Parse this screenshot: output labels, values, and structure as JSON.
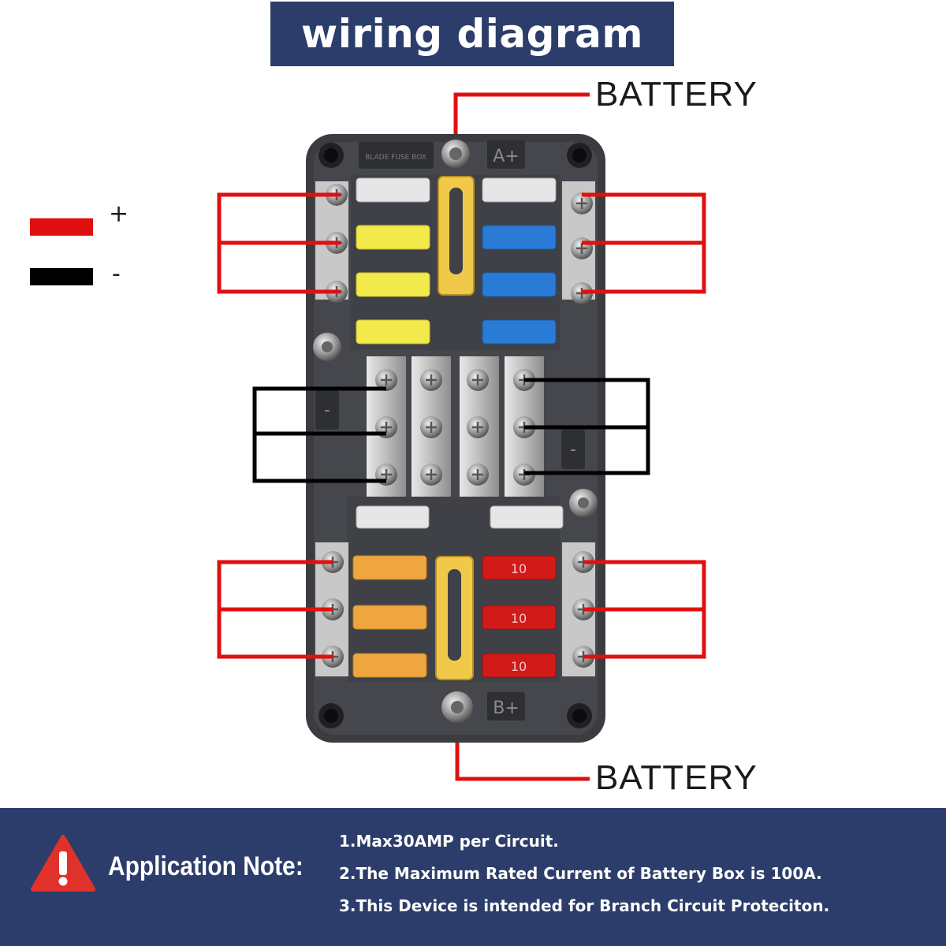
{
  "title": "wiring diagram",
  "battery_top_label": "BATTERY",
  "battery_bottom_label": "BATTERY",
  "legend": {
    "positive": {
      "sign": "+",
      "color": "#e01010"
    },
    "negative": {
      "sign": "-",
      "color": "#000000"
    }
  },
  "fuse_box": {
    "header_label": "BLADE FUSE BOX",
    "top_terminal_label": "A+",
    "bottom_terminal_label": "B+",
    "busbar_left_label": "-",
    "busbar_right_label": "-",
    "fuse_ratings_red": [
      "10",
      "10",
      "10"
    ],
    "colors": {
      "housing": "#3a3c40",
      "wire_positive": "#e01010",
      "wire_negative": "#000000",
      "fuse_clear": "#e6e6e6",
      "fuse_yellow": "#f2e94a",
      "fuse_blue": "#2a7bd6",
      "fuse_orange": "#f0a640",
      "fuse_red": "#d11a1a",
      "busbar": "#c7c7c7"
    }
  },
  "application_note": {
    "heading": "Application Note:",
    "notes": [
      "1.Max30AMP per Circuit.",
      "2.The Maximum Rated Current of Battery Box is 100A.",
      "3.This Device is intended for Branch Circuit Proteciton."
    ]
  }
}
